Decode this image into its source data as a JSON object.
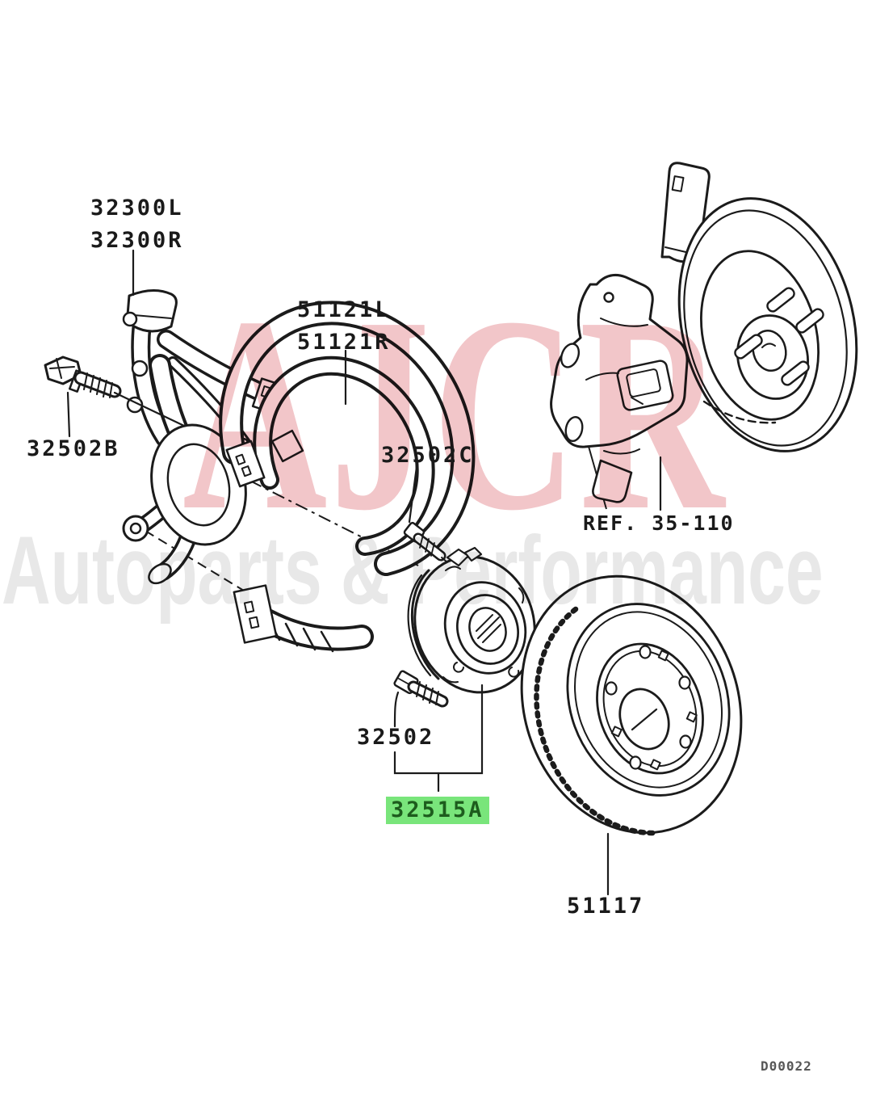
{
  "page": {
    "background": "#ffffff",
    "ink": "#1b1b1b"
  },
  "callouts": {
    "knuckle": {
      "line1": "32300L",
      "line2": "32300R"
    },
    "dust_shield": {
      "line1": "51121L",
      "line2": "51121R"
    },
    "knuckle_bolt": "32502B",
    "shield_bolt": "32502C",
    "caliper_assembly_ref": "REF. 35-110",
    "hub_bolt": "32502",
    "hub_unit": "32515A",
    "brake_disc": "51117"
  },
  "highlight": {
    "background": "#79e57b",
    "text_color": "#1d5c1d"
  },
  "watermark": {
    "brand": "AJCR",
    "brand_color": "#f2c6c9",
    "tagline": "Autoparts & Performance",
    "tagline_color": "#e8e8e8"
  },
  "footer": {
    "doc_code": "D00022"
  }
}
